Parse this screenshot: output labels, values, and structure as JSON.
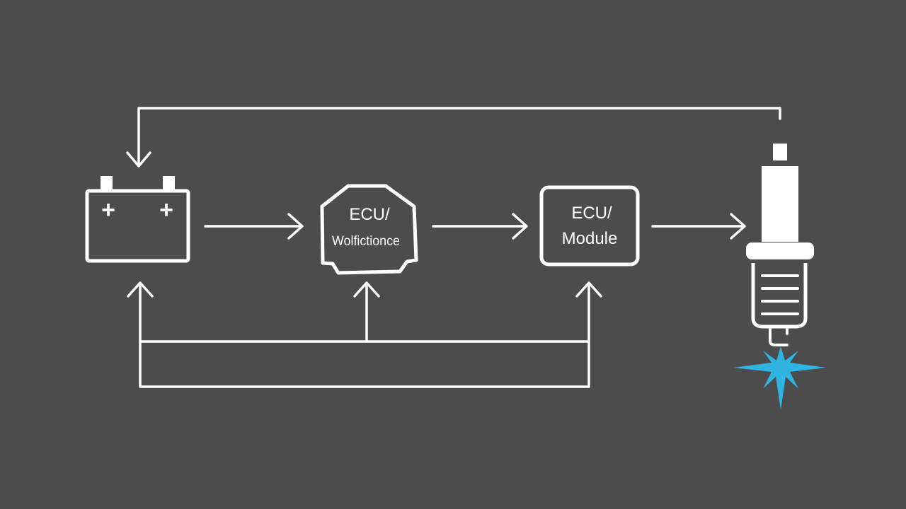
{
  "colors": {
    "background": "#4c4c4c",
    "line": "#ffffff",
    "spark": "#2fb3e0"
  },
  "nodes": {
    "battery": {
      "icon": "battery-icon",
      "plus_left": "+",
      "plus_right": "+"
    },
    "ecu_1": {
      "icon": "ecu-connector-icon",
      "line1": "ECU/",
      "line2": "Wolfictionce"
    },
    "ecu_2": {
      "icon": "module-box-icon",
      "line1": "ECU/",
      "line2": "Module"
    },
    "spark_plug": {
      "icon": "spark-plug-icon",
      "spark_icon": "spark-burst-icon"
    }
  }
}
